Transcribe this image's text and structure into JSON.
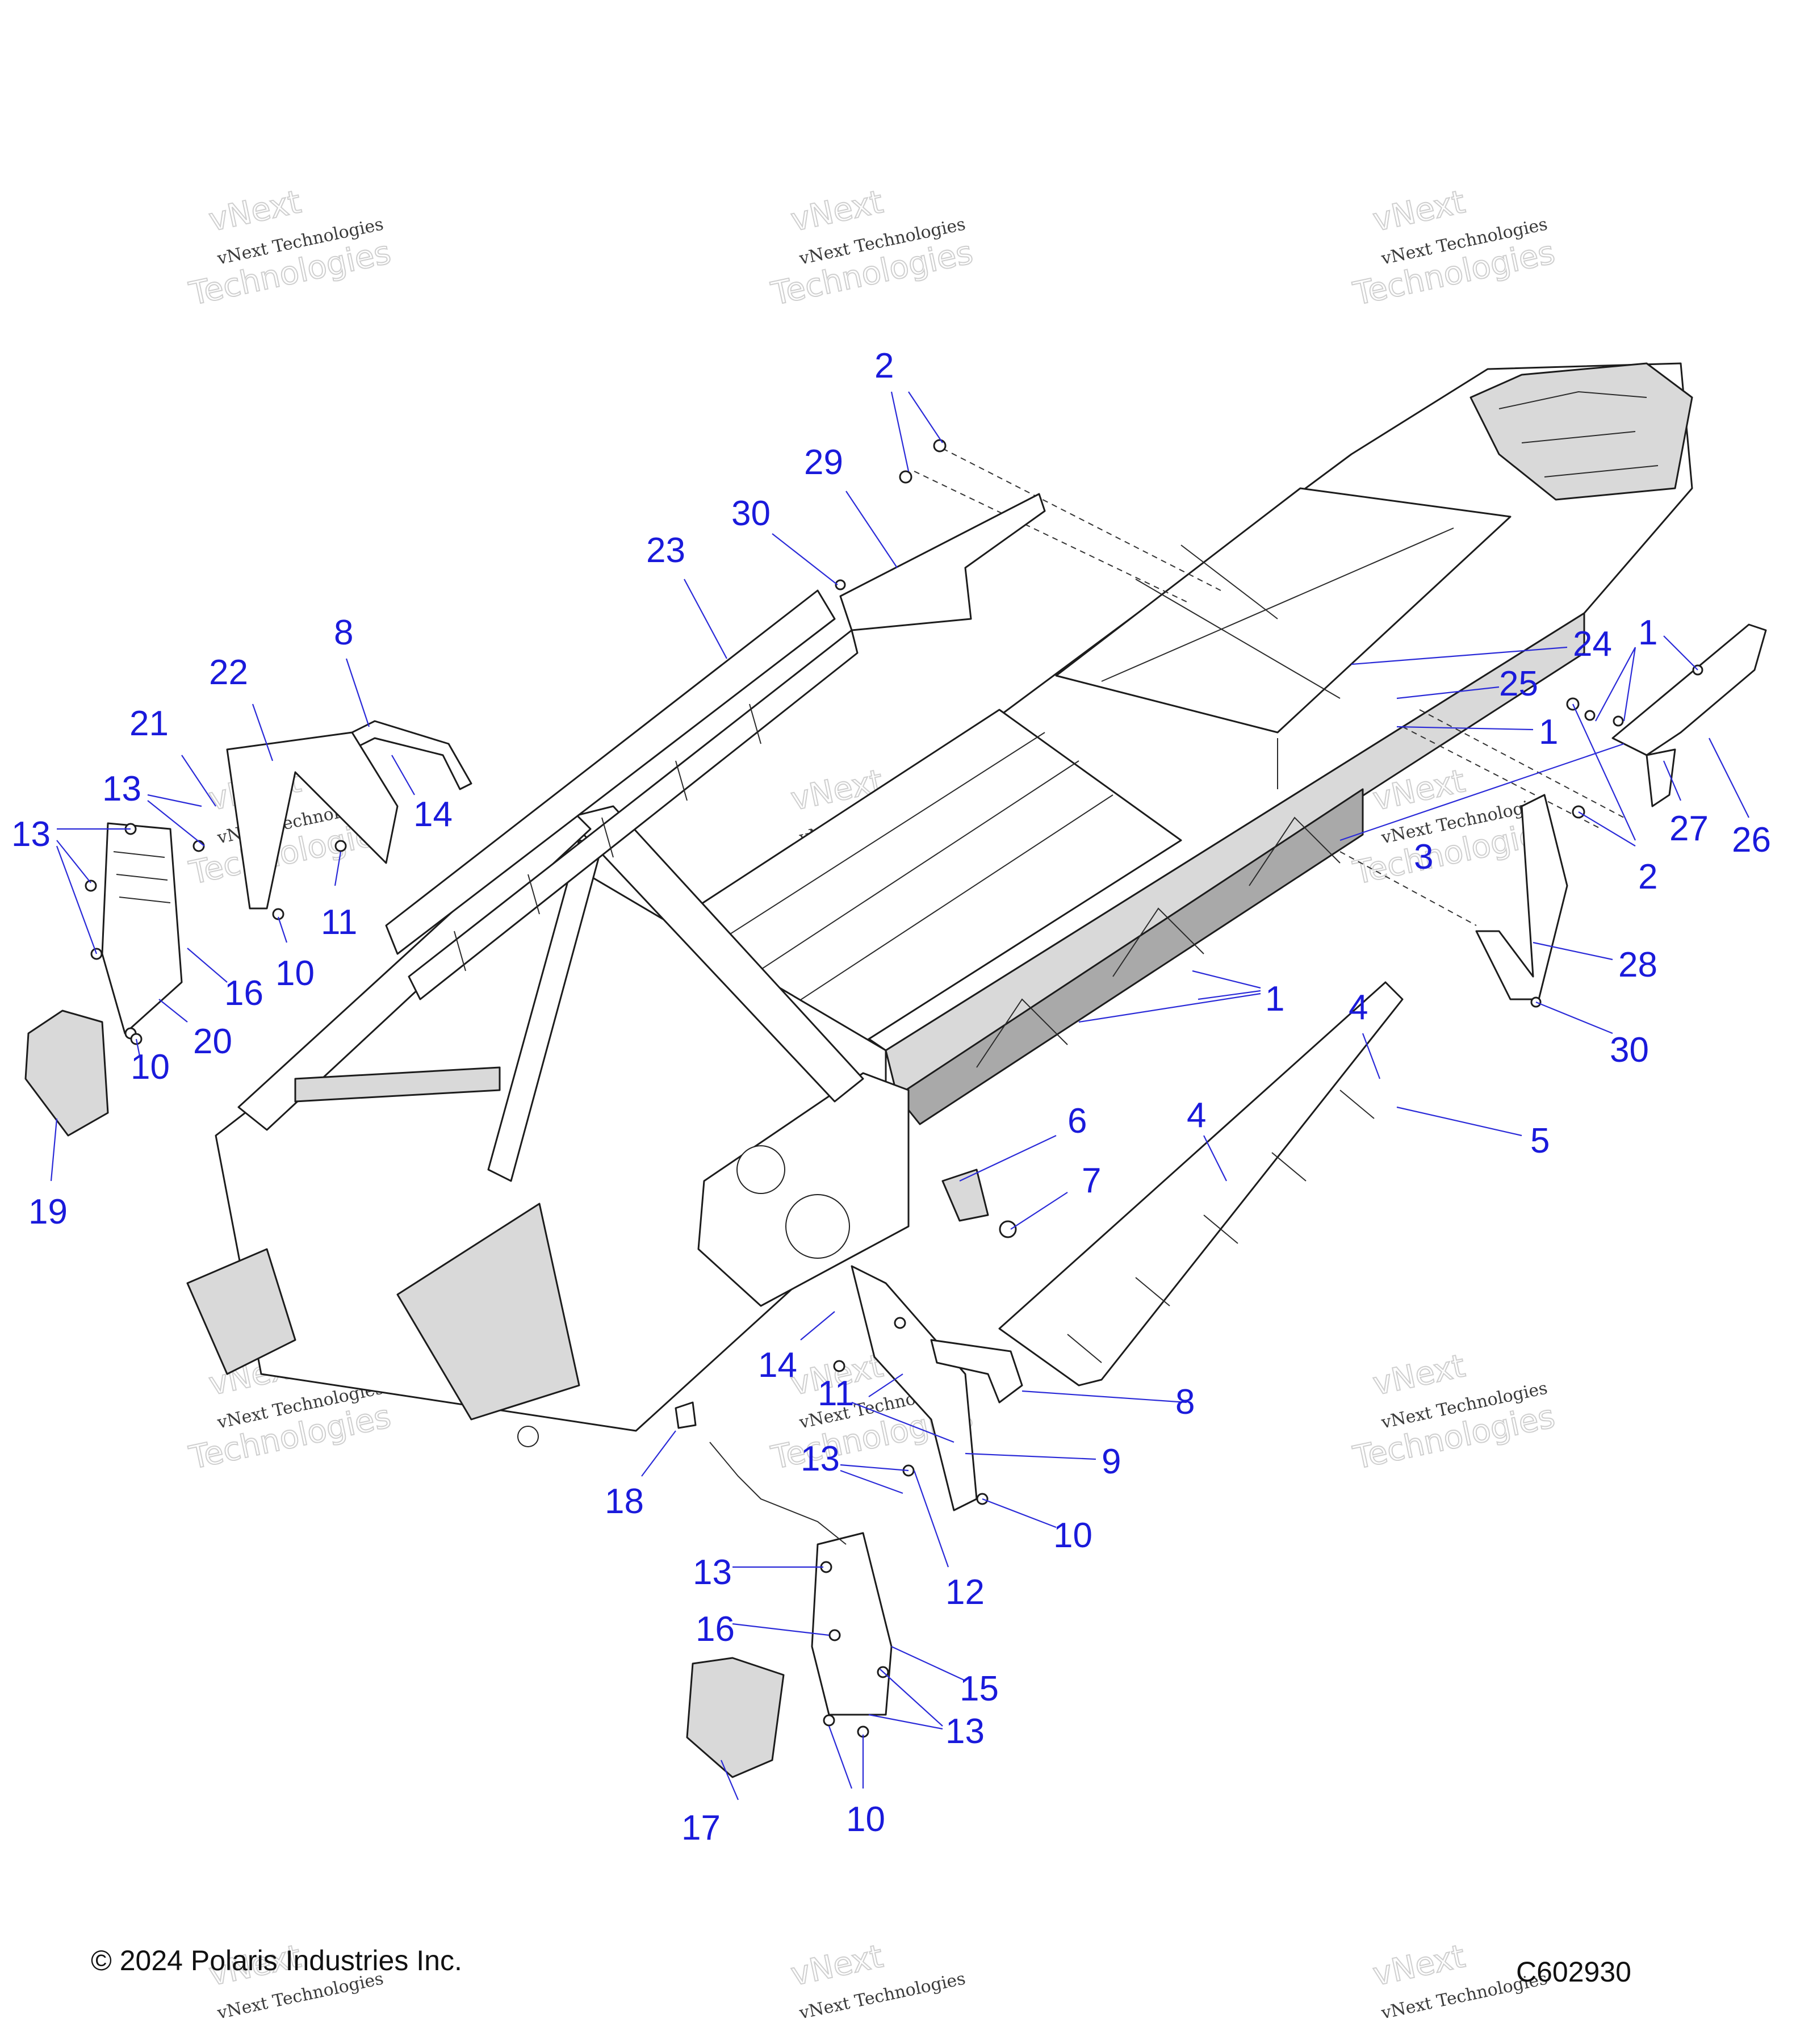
{
  "footer": {
    "copyright": "© 2024 Polaris Industries Inc.",
    "figure_code": "C602930"
  },
  "watermark": {
    "small": "vNext Technologies",
    "large_top": "vNext",
    "large_bottom": "Technologies"
  },
  "callouts": [
    {
      "id": "c2a",
      "label": "2"
    },
    {
      "id": "c29",
      "label": "29"
    },
    {
      "id": "c30a",
      "label": "30"
    },
    {
      "id": "c23",
      "label": "23"
    },
    {
      "id": "c8a",
      "label": "8"
    },
    {
      "id": "c22",
      "label": "22"
    },
    {
      "id": "c21",
      "label": "21"
    },
    {
      "id": "c13a",
      "label": "13"
    },
    {
      "id": "c13b",
      "label": "13"
    },
    {
      "id": "c14a",
      "label": "14"
    },
    {
      "id": "c11a",
      "label": "11"
    },
    {
      "id": "c10a",
      "label": "10"
    },
    {
      "id": "c16a",
      "label": "16"
    },
    {
      "id": "c20",
      "label": "20"
    },
    {
      "id": "c10b",
      "label": "10"
    },
    {
      "id": "c19",
      "label": "19"
    },
    {
      "id": "c24",
      "label": "24"
    },
    {
      "id": "c25",
      "label": "25"
    },
    {
      "id": "c1a",
      "label": "1"
    },
    {
      "id": "c1b",
      "label": "1"
    },
    {
      "id": "c26",
      "label": "26"
    },
    {
      "id": "c27",
      "label": "27"
    },
    {
      "id": "c3",
      "label": "3"
    },
    {
      "id": "c2b",
      "label": "2"
    },
    {
      "id": "c28",
      "label": "28"
    },
    {
      "id": "c1c",
      "label": "1"
    },
    {
      "id": "c4a",
      "label": "4"
    },
    {
      "id": "c30b",
      "label": "30"
    },
    {
      "id": "c6",
      "label": "6"
    },
    {
      "id": "c4b",
      "label": "4"
    },
    {
      "id": "c5",
      "label": "5"
    },
    {
      "id": "c7",
      "label": "7"
    },
    {
      "id": "c14b",
      "label": "14"
    },
    {
      "id": "c11b",
      "label": "11"
    },
    {
      "id": "c8b",
      "label": "8"
    },
    {
      "id": "c13c",
      "label": "13"
    },
    {
      "id": "c9",
      "label": "9"
    },
    {
      "id": "c18",
      "label": "18"
    },
    {
      "id": "c10c",
      "label": "10"
    },
    {
      "id": "c12",
      "label": "12"
    },
    {
      "id": "c13d",
      "label": "13"
    },
    {
      "id": "c16b",
      "label": "16"
    },
    {
      "id": "c15",
      "label": "15"
    },
    {
      "id": "c13e",
      "label": "13"
    },
    {
      "id": "c17",
      "label": "17"
    },
    {
      "id": "c10d",
      "label": "10"
    }
  ]
}
